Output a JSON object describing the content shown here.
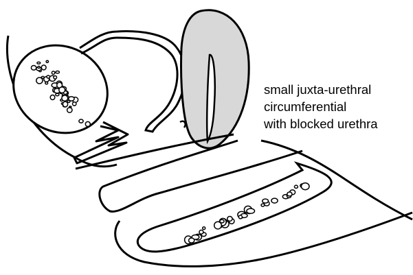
{
  "caption": {
    "lines": [
      "small juxta-urethral",
      "circumferential",
      "with blocked urethra"
    ]
  },
  "colors": {
    "line": "#000000",
    "fill": "#ffffff",
    "shaded": "#d8d8d8"
  }
}
